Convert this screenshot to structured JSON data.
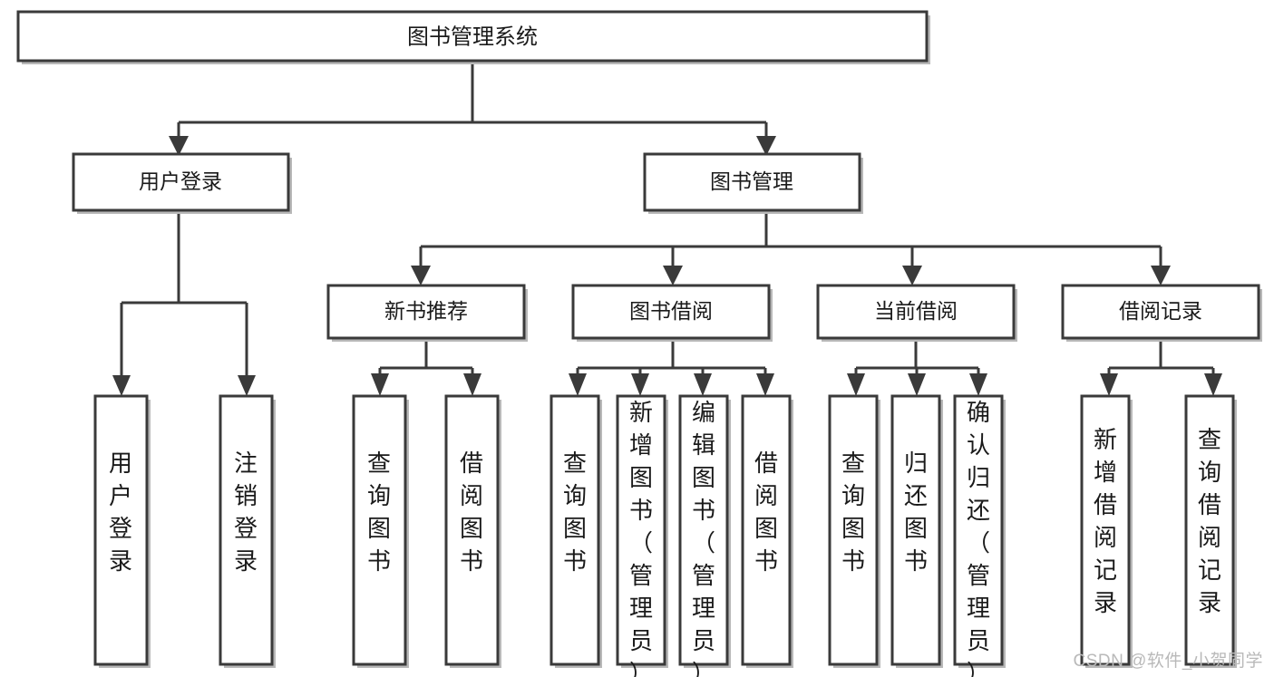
{
  "diagram": {
    "type": "tree-hierarchy",
    "title": "图书管理系统",
    "watermark": "CSDN @软件_小贺同学",
    "colors": {
      "node_stroke": "#3a3a3a",
      "node_fill": "#ffffff",
      "edge": "#3a3a3a",
      "text": "#1a1a1a",
      "watermark": "#b9b9b9",
      "background": "#ffffff"
    },
    "root": {
      "label": "图书管理系统"
    },
    "level2": [
      {
        "label": "用户登录"
      },
      {
        "label": "图书管理"
      }
    ],
    "level3": [
      {
        "label": "新书推荐"
      },
      {
        "label": "图书借阅"
      },
      {
        "label": "当前借阅"
      },
      {
        "label": "借阅记录"
      }
    ],
    "leaves": {
      "user_login": [
        {
          "label": "用户登录"
        },
        {
          "label": "注销登录"
        }
      ],
      "new_book_recommend": [
        {
          "label": "查询图书"
        },
        {
          "label": "借阅图书"
        }
      ],
      "book_borrow": [
        {
          "label": "查询图书"
        },
        {
          "label": "新增图书（管理员）"
        },
        {
          "label": "编辑图书（管理员）"
        },
        {
          "label": "借阅图书"
        }
      ],
      "current_borrow": [
        {
          "label": "查询图书"
        },
        {
          "label": "归还图书"
        },
        {
          "label": "确认归还（管理员）"
        }
      ],
      "borrow_record": [
        {
          "label": "新增借阅记录"
        },
        {
          "label": "查询借阅记录"
        }
      ]
    }
  }
}
